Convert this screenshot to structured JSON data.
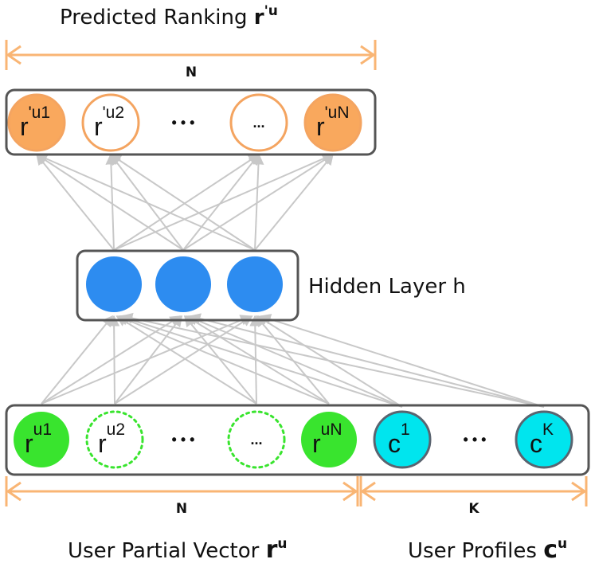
{
  "title": {
    "text": "Predicted Ranking ",
    "symbol": "r",
    "sup": "'u"
  },
  "hidden_label": "Hidden Layer h",
  "bottom_label_left": {
    "text": "User Partial Vector ",
    "symbol": "r",
    "sup": "u"
  },
  "bottom_label_right": {
    "text": "User Profiles ",
    "symbol": "c",
    "sup": "u"
  },
  "dims": {
    "top": "N",
    "bottom_left": "N",
    "bottom_right": "K"
  },
  "ellipsis": "• • •",
  "ellipsis_node": "...",
  "output_nodes": [
    {
      "base": "r",
      "sup": "'u1",
      "style": "filled"
    },
    {
      "base": "r",
      "sup": "'u2",
      "style": "outline"
    },
    {
      "base": "",
      "sup": "",
      "style": "ellipsis"
    },
    {
      "base": "",
      "sup": "",
      "style": "outline-dots"
    },
    {
      "base": "r",
      "sup": "'uN",
      "style": "filled"
    }
  ],
  "input_nodes": [
    {
      "base": "r",
      "sup": "u1",
      "style": "filled"
    },
    {
      "base": "r",
      "sup": "u2",
      "style": "dashed"
    },
    {
      "base": "",
      "sup": "",
      "style": "ellipsis"
    },
    {
      "base": "",
      "sup": "",
      "style": "dashed-dots"
    },
    {
      "base": "r",
      "sup": "uN",
      "style": "filled"
    }
  ],
  "profile_nodes": [
    {
      "base": "c",
      "sup": "1"
    },
    {
      "base": "",
      "sup": ""
    },
    {
      "base": "c",
      "sup": "K"
    }
  ],
  "colors": {
    "output_fill": "#F9A85D",
    "output_stroke": "#F4A460",
    "hidden_fill": "#2D8CF0",
    "input_fill": "#39E42E",
    "input_dash": "#39E42E",
    "profile_fill": "#00E5EE",
    "profile_stroke": "#5a6470",
    "box_stroke": "#555555",
    "dim_arrow": "#F9B574",
    "edge": "#c8c8c8"
  }
}
